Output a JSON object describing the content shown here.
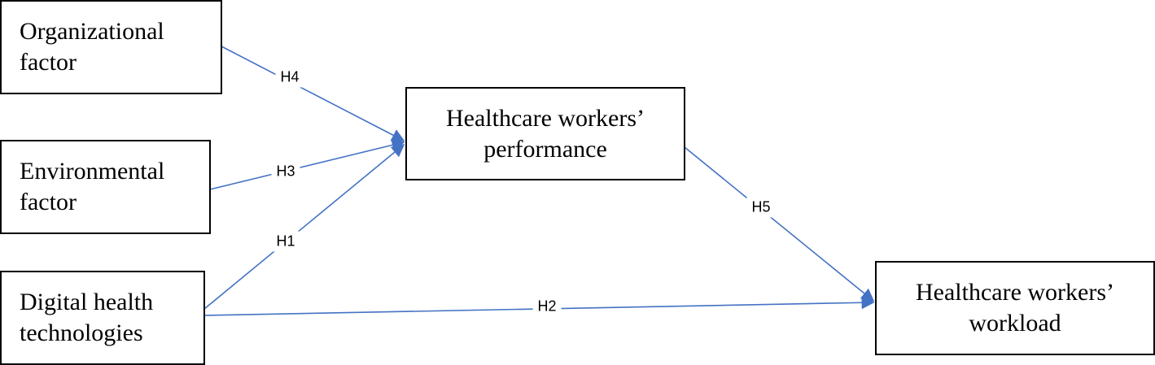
{
  "diagram": {
    "edge_color": "#4472C4",
    "nodes": [
      {
        "id": "organizational",
        "lines": [
          "Organizational",
          "factor"
        ]
      },
      {
        "id": "environmental",
        "lines": [
          "Environmental",
          "factor"
        ]
      },
      {
        "id": "digital",
        "lines": [
          "Digital health",
          "technologies"
        ]
      },
      {
        "id": "performance",
        "lines": [
          "Healthcare workers’",
          "performance"
        ]
      },
      {
        "id": "workload",
        "lines": [
          "Healthcare workers’",
          "workload"
        ]
      }
    ],
    "edges": [
      {
        "from": "organizational",
        "to": "performance",
        "label": "H4"
      },
      {
        "from": "environmental",
        "to": "performance",
        "label": "H3"
      },
      {
        "from": "digital",
        "to": "performance",
        "label": "H1"
      },
      {
        "from": "digital",
        "to": "workload",
        "label": "H2"
      },
      {
        "from": "performance",
        "to": "workload",
        "label": "H5"
      }
    ]
  }
}
